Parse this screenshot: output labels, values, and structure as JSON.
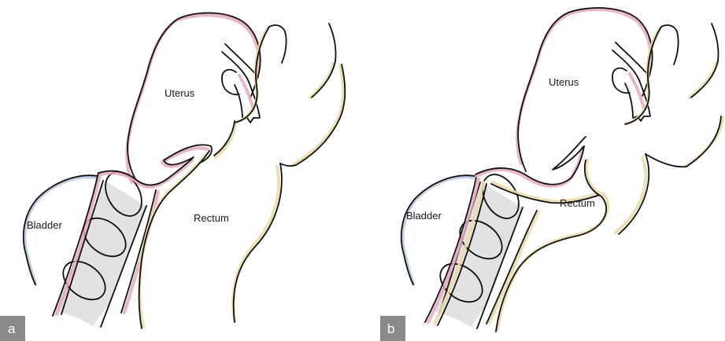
{
  "panels": [
    {
      "id": "a",
      "tag": "a",
      "labels": {
        "uterus": "Uterus",
        "bladder": "Bladder",
        "rectum": "Rectum"
      }
    },
    {
      "id": "b",
      "tag": "b",
      "labels": {
        "uterus": "Uterus",
        "bladder": "Bladder",
        "rectum": "Rectum"
      }
    }
  ],
  "colors": {
    "tag_background": "#8a8a8a",
    "uterus_tint": "#e8a9b9",
    "rectum_tint": "#ecdca8",
    "bladder_tint": "#b7c8e6",
    "speculum_shade": "#d8d8d8"
  }
}
